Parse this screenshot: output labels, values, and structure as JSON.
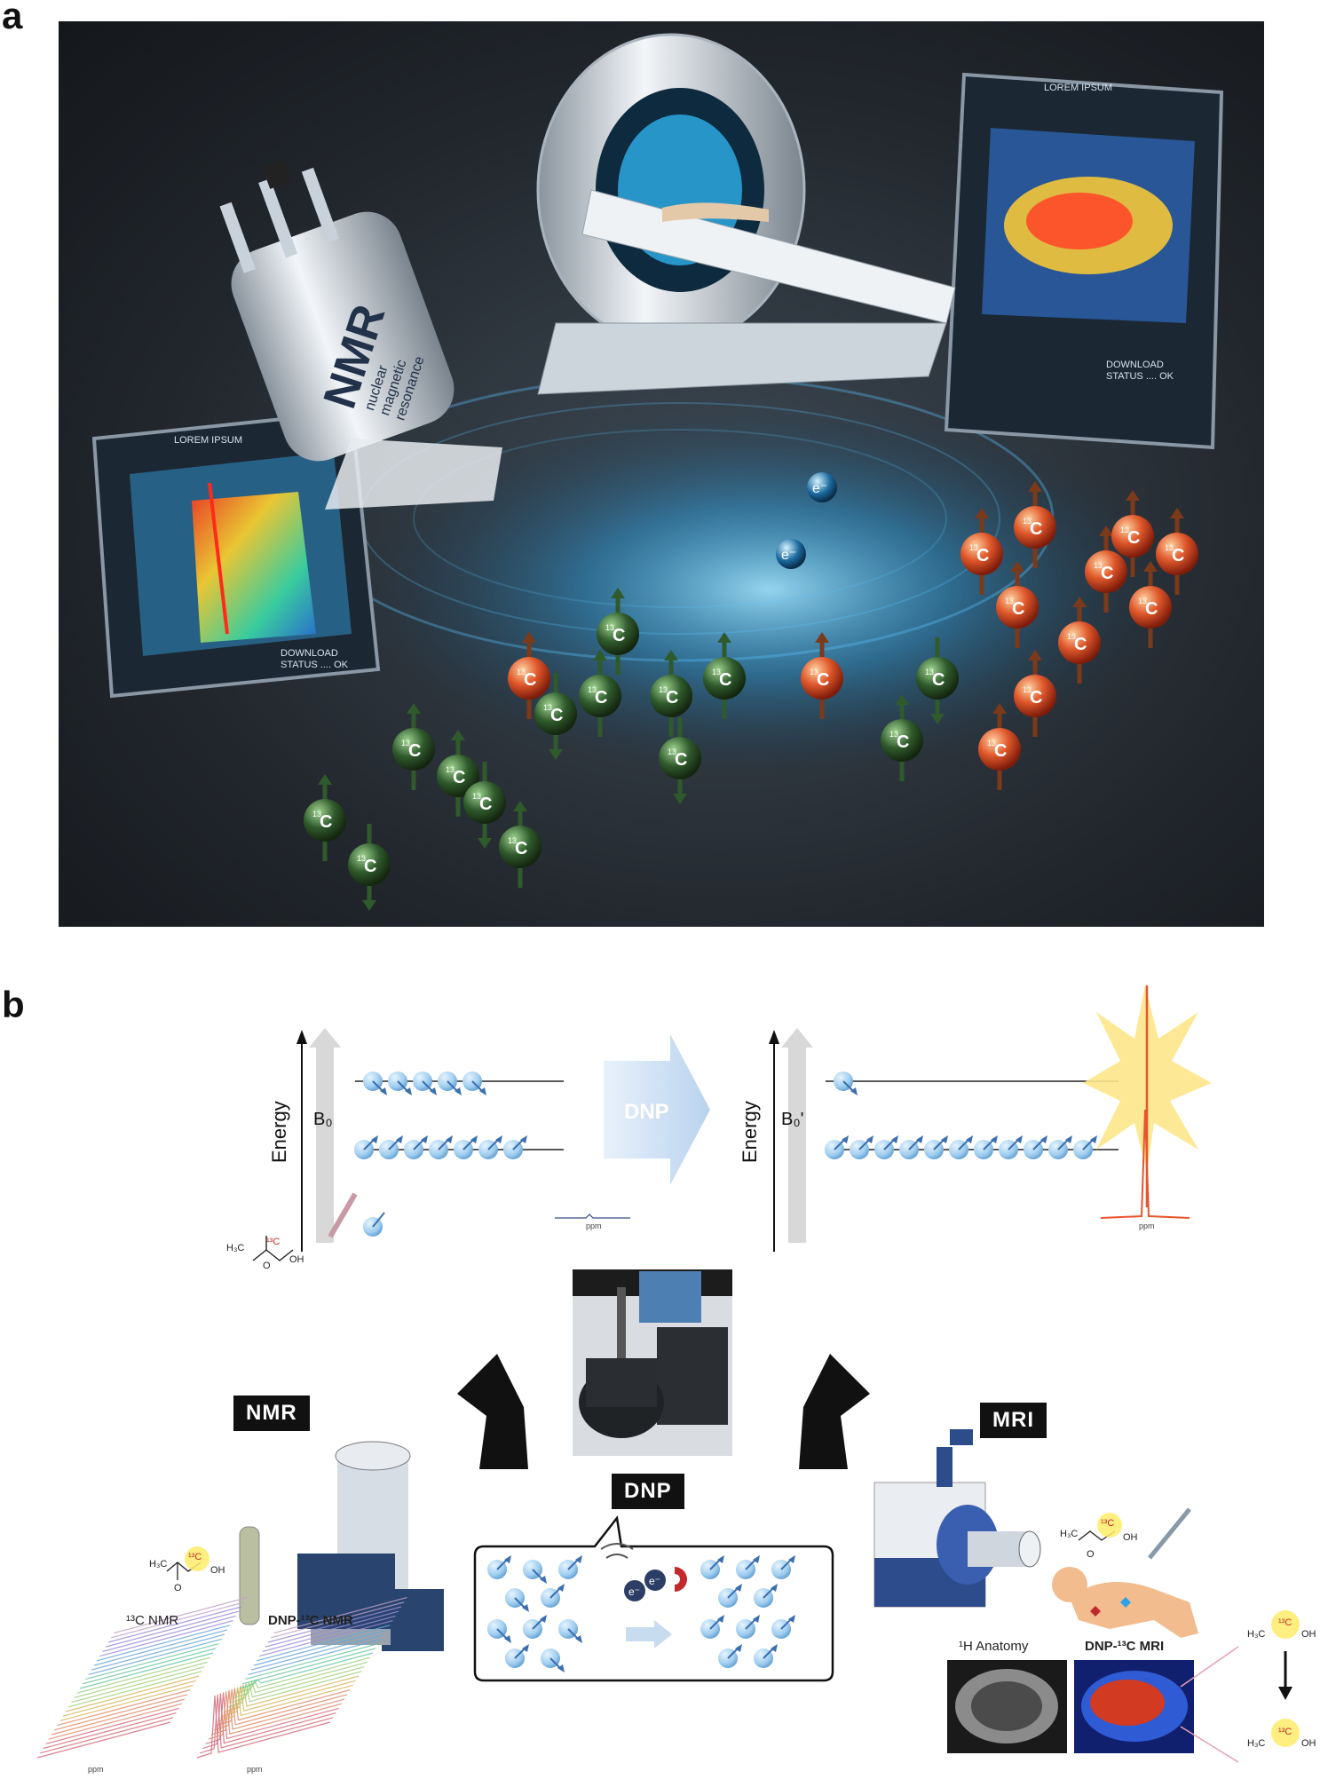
{
  "panel_a": {
    "letter": "a",
    "nmr_canister": {
      "big": "NMR",
      "line1": "nuclear",
      "line2": "magnetic",
      "line3": "resonance"
    },
    "screen_header": "LOREM IPSUM",
    "screen_left_status": "STATUS .... OK",
    "screen_left_dl": "DOWNLOAD",
    "screen_right_status": "STATUS .... OK",
    "screen_right_dl": "DOWNLOAD",
    "carbon_label": "C",
    "carbon_mass": "13",
    "electron_label": "e⁻",
    "colors": {
      "green_spin": "#2f5a2c",
      "red_spin": "#d8502a",
      "glow": "#59c8ff"
    }
  },
  "panel_b": {
    "letter": "b",
    "energy_left": "Energy",
    "b_left": "B₀",
    "energy_right": "Energy",
    "b_right": "B₀'",
    "dnp_arrow": "DNP",
    "ppm_left": "ppm",
    "ppm_right": "ppm",
    "nmr_box": "NMR",
    "dnp_box": "DNP",
    "mri_box": "MRI",
    "label_13c_nmr": "¹³C NMR",
    "label_dnp_13c_nmr": "DNP-¹³C NMR",
    "label_ppm_a": "ppm",
    "label_ppm_b": "ppm",
    "label_1h_anatomy": "¹H Anatomy",
    "label_dnp_13c_mri": "DNP-¹³C MRI",
    "mol": {
      "h3c": "H₃C",
      "c13": "¹³C",
      "oh": "OH",
      "o": "O"
    },
    "colors": {
      "spin_ball": "#a9d4f2",
      "spin_arrow": "#3b6fb0",
      "signal": "#e8542b"
    }
  }
}
